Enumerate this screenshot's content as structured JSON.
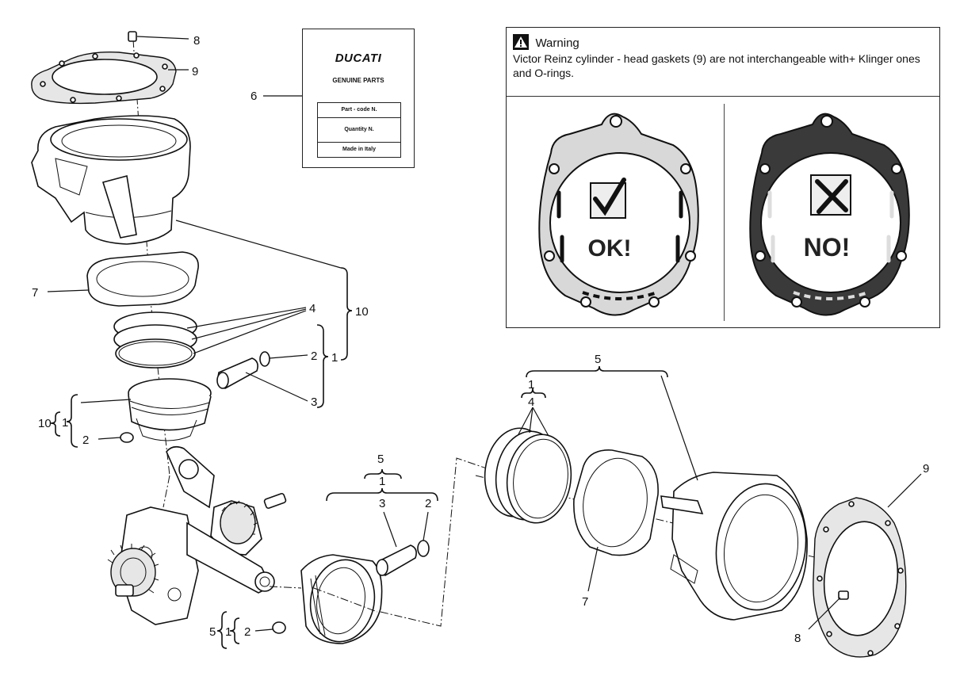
{
  "warning": {
    "title": "Warning",
    "text": "Victor Reinz cylinder - head gaskets (9) are not interchangeable with+ Klinger ones and O-rings.",
    "ok_label": "OK!",
    "no_label": "NO!",
    "icon": "warning-triangle-icon"
  },
  "tag": {
    "brand": "DUCATI",
    "subtitle": "GENUINE PARTS",
    "field_part_code": "Part - code N.",
    "field_quantity": "Quantity N.",
    "field_origin": "Made in Italy"
  },
  "callouts": {
    "n1": "1",
    "n2": "2",
    "n3": "3",
    "n4": "4",
    "n5": "5",
    "n6": "6",
    "n7": "7",
    "n8": "8",
    "n9": "9",
    "n10": "10"
  },
  "colors": {
    "line": "#111111",
    "gasket_dark": "#3a3a3a",
    "gasket_light": "#d8d8d8"
  }
}
